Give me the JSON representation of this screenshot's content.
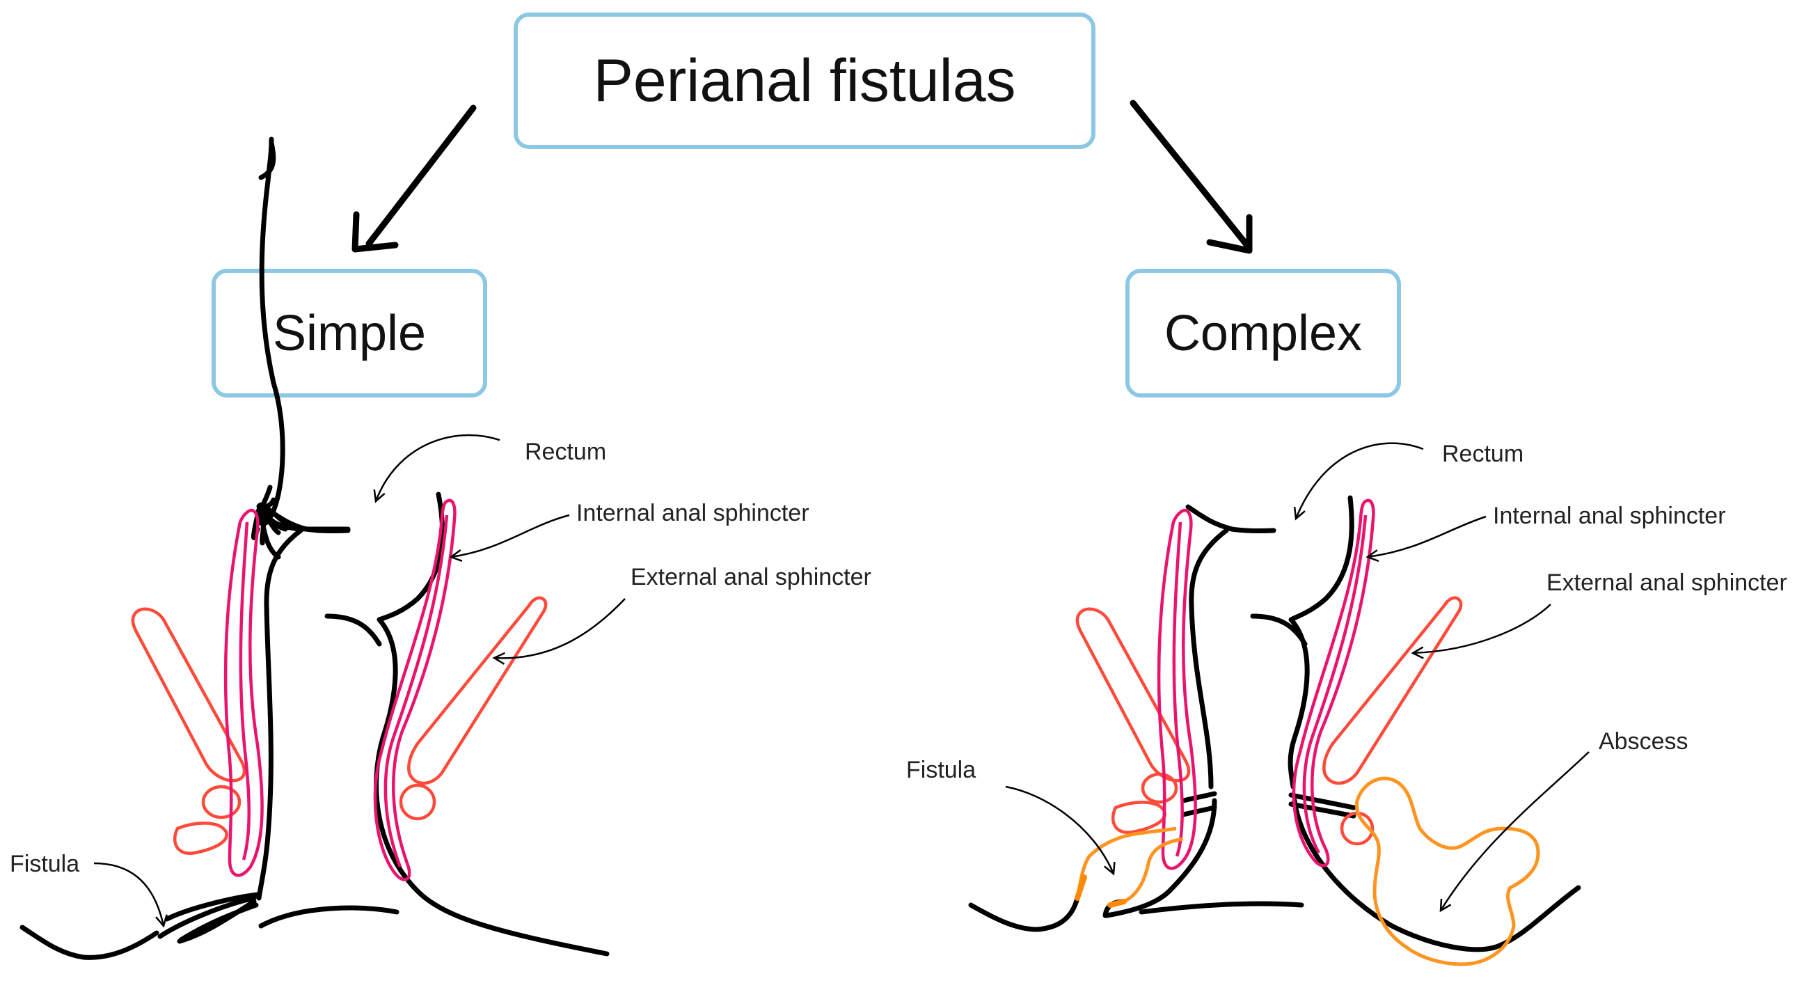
{
  "title": "Perianal fistulas",
  "categories": {
    "simple": "Simple",
    "complex": "Complex"
  },
  "simple_labels": {
    "rectum": "Rectum",
    "internal": "Internal anal sphincter",
    "external": "External anal sphincter",
    "fistula": "Fistula"
  },
  "complex_labels": {
    "rectum": "Rectum",
    "internal": "Internal anal sphincter",
    "external": "External anal sphincter",
    "fistula": "Fistula",
    "abscess": "Abscess"
  },
  "colors": {
    "box_border": "#8cc8e4",
    "rectum_outline": "#000000",
    "internal_sphincter": "#e8146e",
    "external_sphincter": "#ff4a3a",
    "fistula_abscess": "#ff9420"
  }
}
